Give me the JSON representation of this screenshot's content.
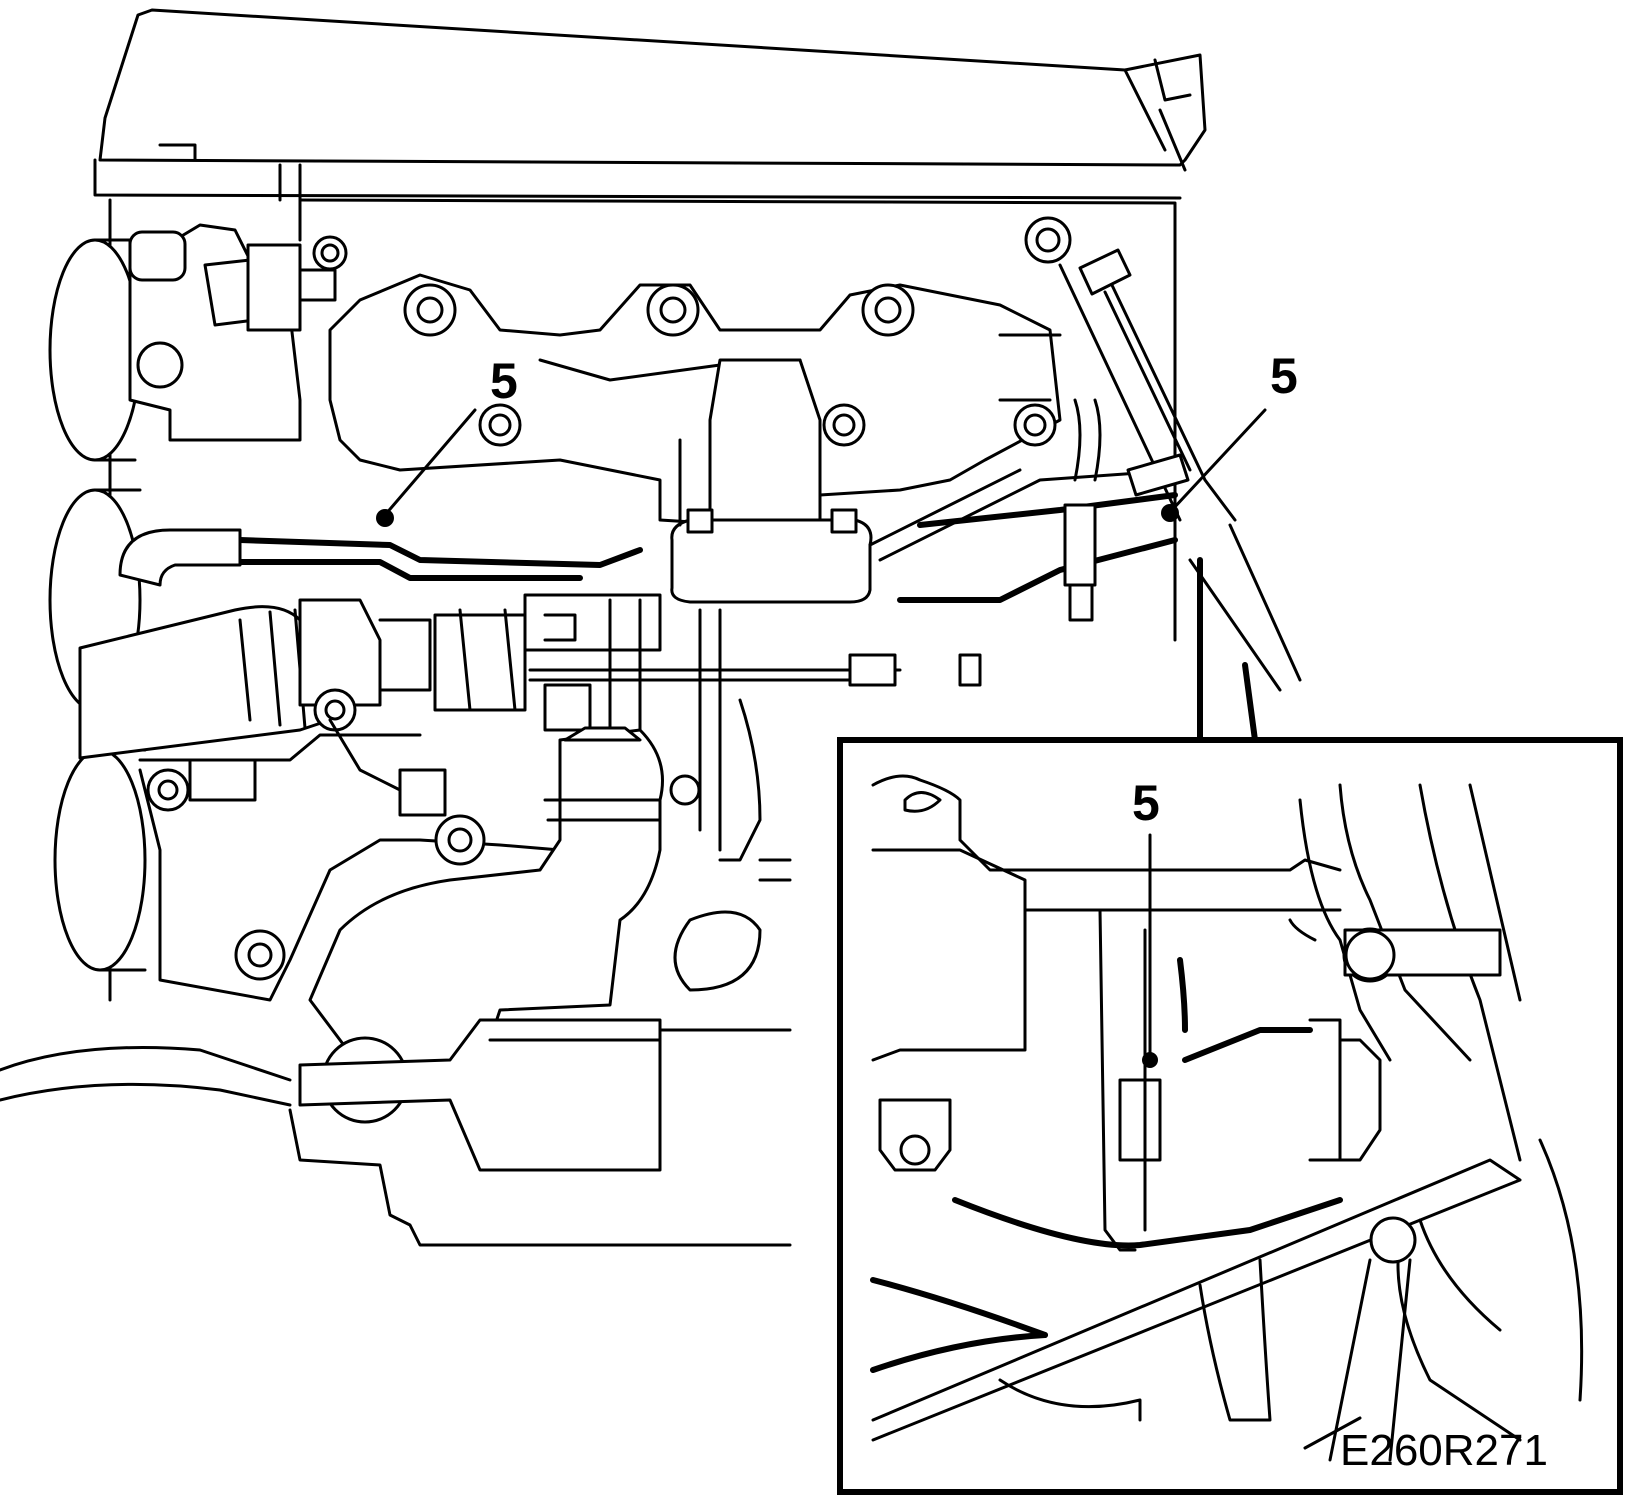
{
  "diagram": {
    "callouts": [
      {
        "id": "callout-left",
        "label": "5"
      },
      {
        "id": "callout-right",
        "label": "5"
      },
      {
        "id": "callout-inset",
        "label": "5"
      }
    ],
    "reference_code": "E260R271",
    "colors": {
      "line": "#000000",
      "background": "#ffffff"
    }
  }
}
